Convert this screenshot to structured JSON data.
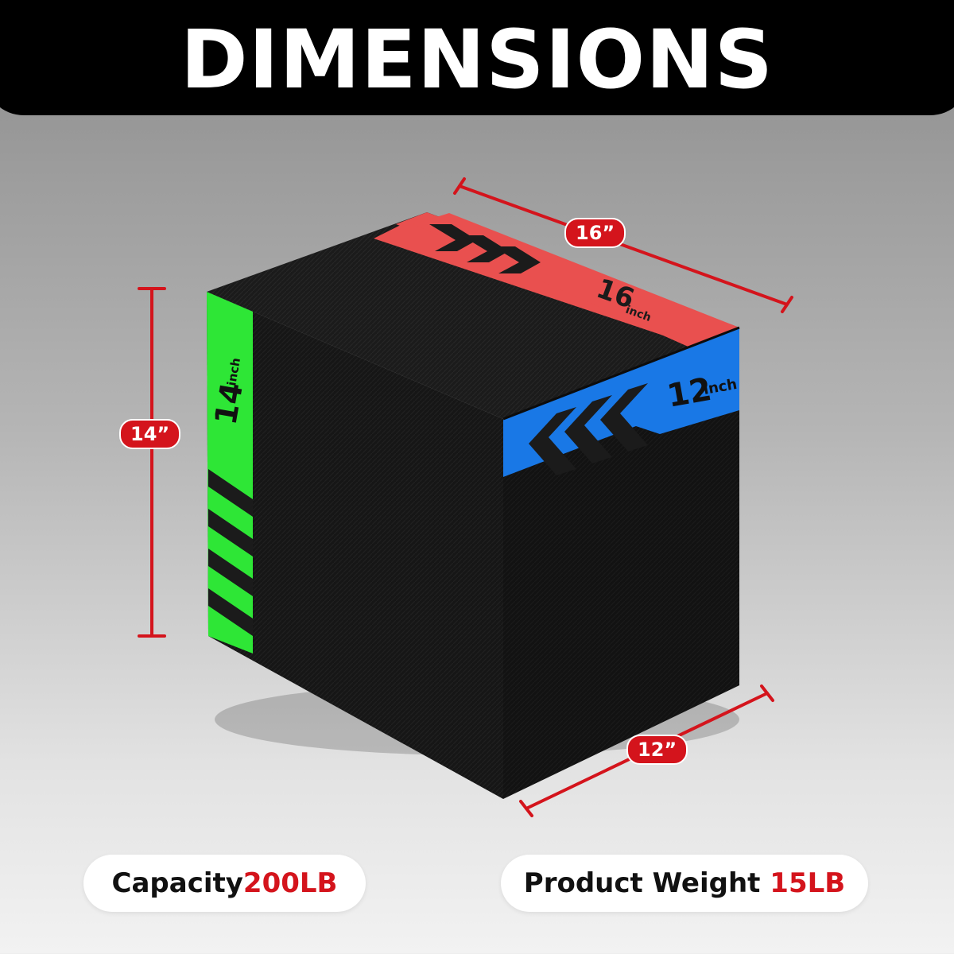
{
  "banner": {
    "title": "DIMENSIONS"
  },
  "dimensions": {
    "width": "16”",
    "height": "14”",
    "depth": "12”"
  },
  "box_labels": {
    "top": {
      "number": "16",
      "unit": "inch",
      "color": "#e9504f"
    },
    "side": {
      "number": "12",
      "unit": "inch",
      "color": "#1978e6"
    },
    "front": {
      "number": "14",
      "unit": "inch",
      "color": "#2ee636"
    }
  },
  "specs": {
    "capacity": {
      "label": "Capacity",
      "value": "200LB"
    },
    "weight": {
      "label": "Product Weight",
      "value": "15LB"
    }
  },
  "colors": {
    "accent_red": "#d4141c",
    "box_black": "#1a1a1a"
  }
}
